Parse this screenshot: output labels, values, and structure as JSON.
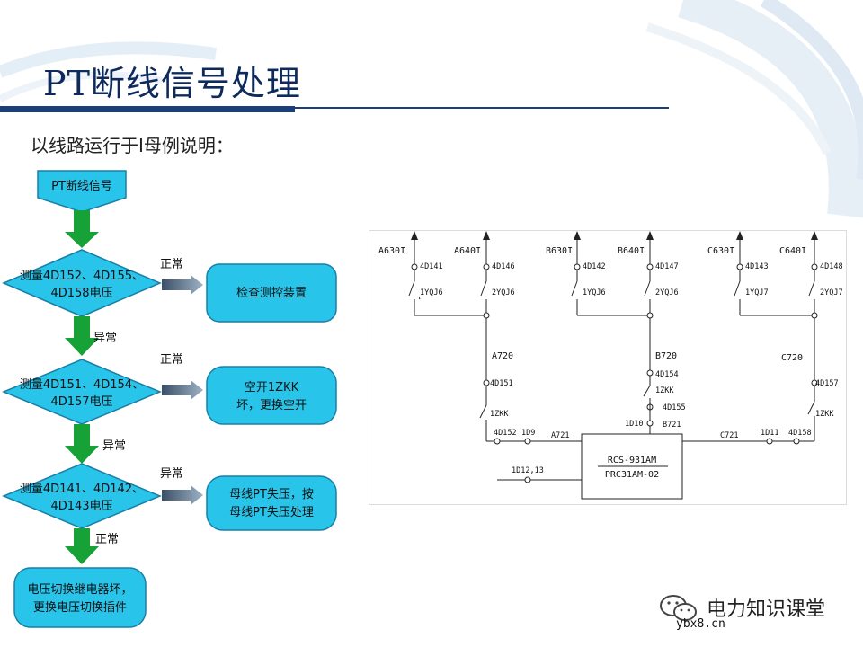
{
  "title": "PT断线信号处理",
  "subtitle": "以线路运行于I母例说明：",
  "flow": {
    "start": "PT断线信号",
    "d1_line1": "测量4D152、4D155、",
    "d1_line2": "4D158电压",
    "d2_line1": "测量4D151、4D154、",
    "d2_line2": "4D157电压",
    "d3_line1": "测量4D141、4D142、",
    "d3_line2": "4D143电压",
    "box1": "检查测控装置",
    "box2_line1": "空开1ZKK",
    "box2_line2": "坏，更换空开",
    "box3_line1": "母线PT失压，按",
    "box3_line2": "母线PT失压处理",
    "end_line1": "电压切换继电器坏，",
    "end_line2": "更换电压切换插件",
    "lbl_normal1": "正常",
    "lbl_abnormal1": "异常",
    "lbl_normal2": "正常",
    "lbl_abnormal2": "异常",
    "lbl_abnormal3": "异常",
    "lbl_normal3": "正常"
  },
  "circuit": {
    "feeders": [
      "A630I",
      "A640I",
      "B630I",
      "B640I",
      "C630I",
      "C640I"
    ],
    "terms_top": [
      "4D141",
      "4D146",
      "4D142",
      "4D147",
      "4D143",
      "4D148"
    ],
    "relays": [
      "1YQJ6",
      "2YQJ6",
      "1YQJ6",
      "2YQJ6",
      "1YQJ7",
      "2YQJ7"
    ],
    "phase_a": "A720",
    "phase_b": "B720",
    "phase_c": "C720",
    "t_4d151": "4D151",
    "t_4d154": "4D154",
    "t_4d157": "4D157",
    "t_4d155": "4D155",
    "zkk_a": "1ZKK",
    "zkk_b": "1ZKK",
    "zkk_c": "1ZKK",
    "t_4d152": "4D152",
    "t_1d9": "1D9",
    "a721": "A721",
    "t_1d10": "1D10",
    "b721": "B721",
    "c721": "C721",
    "t_1d11": "1D11",
    "t_4d158": "4D158",
    "t_1d12": "1D12,13",
    "device_line1": "RCS-931AM",
    "device_line2": "PRC31AM-02"
  },
  "watermark": {
    "brand": "电力知识课堂",
    "site": "ybx8.cn"
  },
  "colors": {
    "flow_fill": "#29c4ea",
    "flow_stroke": "#1a7fa6",
    "arrow_green": "#17a237",
    "title_blue": "#0e2a5c"
  }
}
